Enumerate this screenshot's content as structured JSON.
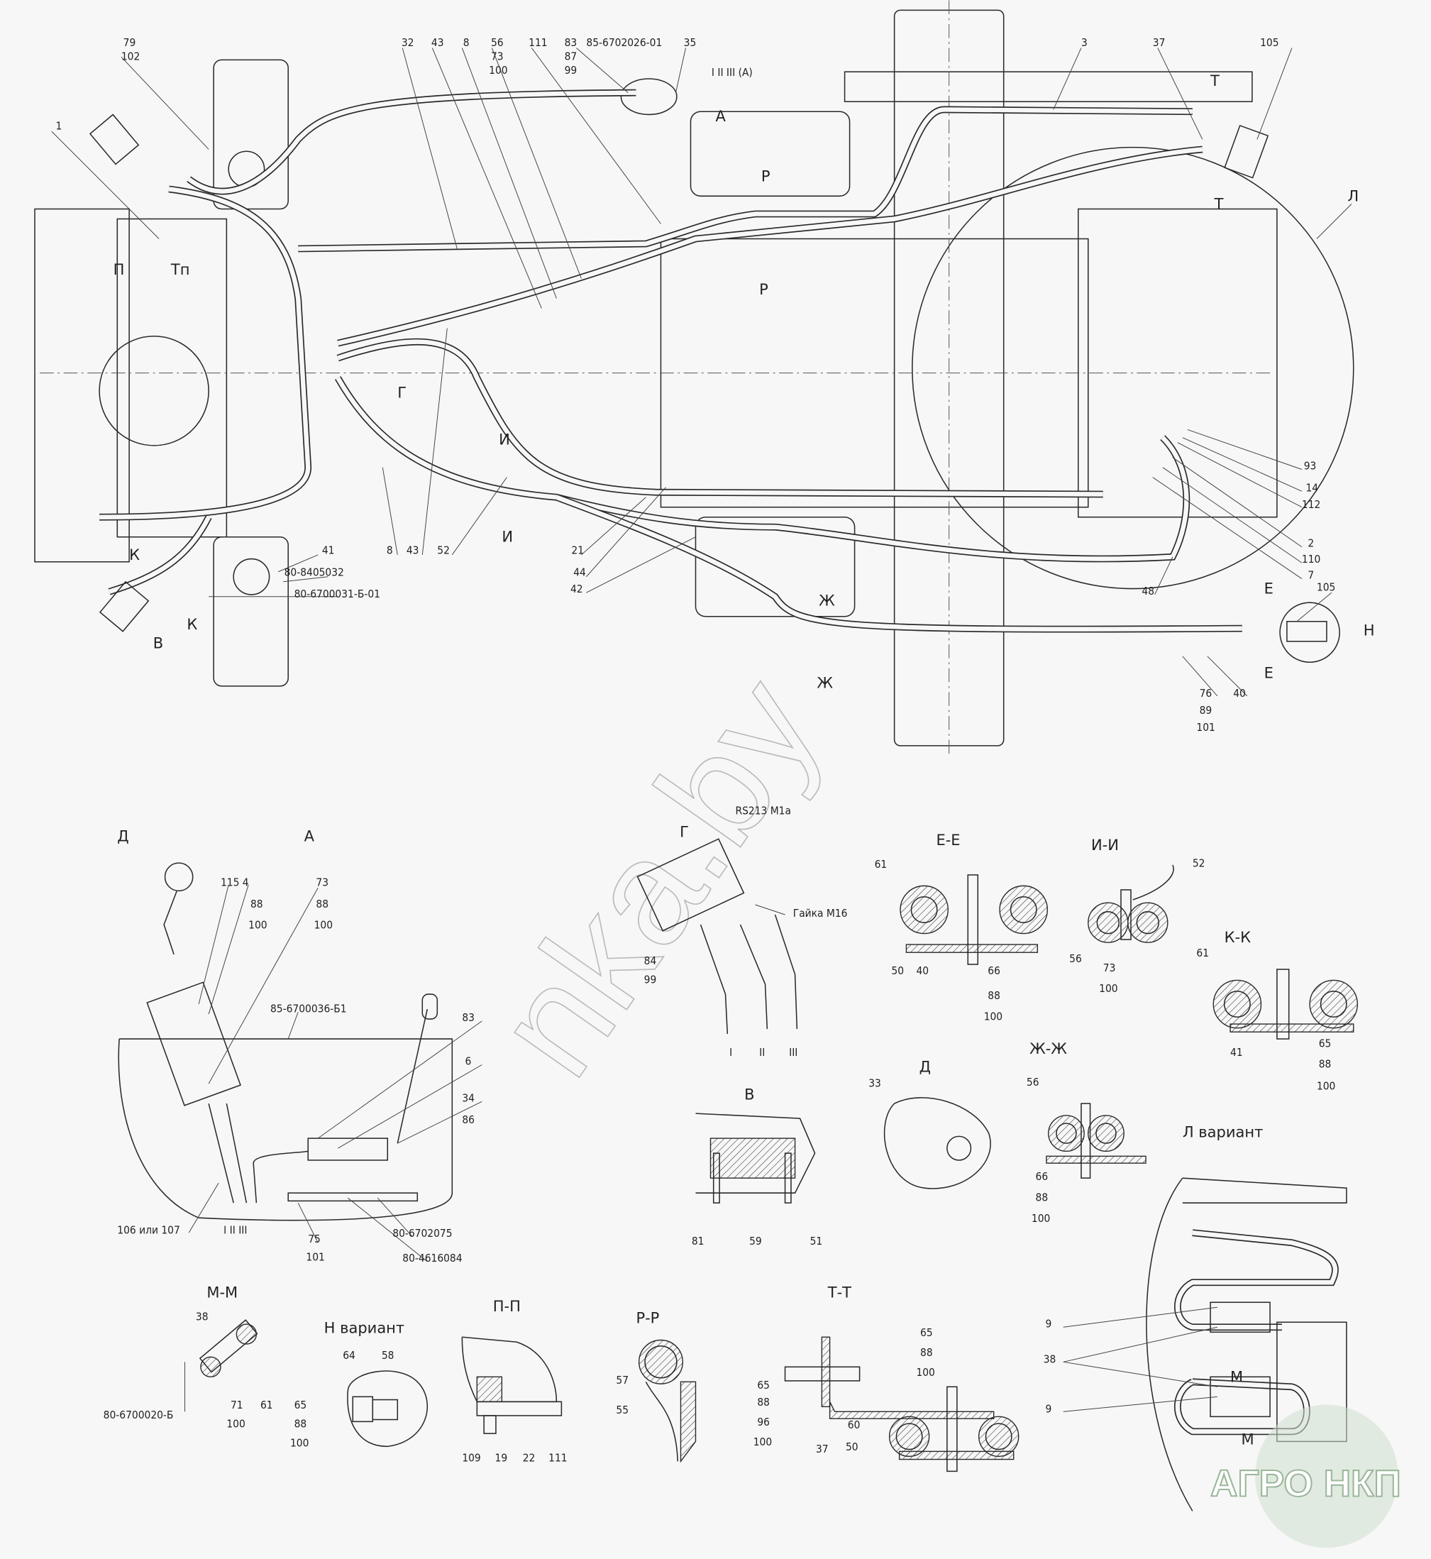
{
  "main_view": {
    "callouts_top": {
      "c79": "79",
      "c102": "102",
      "c1": "1",
      "c32": "32",
      "c43": "43",
      "c8": "8",
      "c56": "56",
      "c73": "73",
      "c100": "100",
      "c111": "111",
      "c83": "83",
      "c87": "87",
      "c99": "99",
      "part_85_6702026_01": "85-6702026-01",
      "c35": "35",
      "lines_view": "I  II  III (A)",
      "c3": "3",
      "c37": "37",
      "c105": "105",
      "view_L": "Л"
    },
    "section_marks": {
      "T1": "Т",
      "T2": "Т",
      "A": "А",
      "P1": "Р",
      "P2": "Р",
      "P_left": "П",
      "Tp": "Тп",
      "G": "Г",
      "I1": "И",
      "I2": "И",
      "E1": "Е",
      "E2": "Е",
      "Zh1": "Ж",
      "Zh2": "Ж",
      "K1": "К",
      "K2": "К",
      "V": "В",
      "N": "Н"
    },
    "callouts_right": {
      "c93": "93",
      "c14": "14",
      "c112": "112",
      "c2": "2",
      "c110": "110",
      "c7": "7",
      "c48": "48",
      "c105b": "105",
      "c76": "76",
      "c89": "89",
      "c101": "101",
      "c40": "40"
    },
    "callouts_bottom": {
      "c41": "41",
      "part_80_8405032": "80-8405032",
      "part_80_6700031": "80-6700031-Б-01",
      "c8": "8",
      "c43": "43",
      "c52": "52",
      "c21": "21",
      "c44": "44",
      "c42": "42"
    }
  },
  "view_A": {
    "title": "А",
    "arrow_D": "Д",
    "c115": "115",
    "c4": "4",
    "c88a": "88",
    "c100a": "100",
    "c73": "73",
    "c88b": "88",
    "c100b": "100",
    "part_85_6700036": "85-6700036-Б1",
    "c83": "83",
    "c6": "6",
    "c34": "34",
    "c86": "86",
    "c106_107": "106 или 107",
    "lines": "I  II  III",
    "c75": "75",
    "c101": "101",
    "part_80_6702075": "80-6702075",
    "part_80_4616084": "80-4616084"
  },
  "view_G": {
    "title": "Г",
    "part_RS213": "RS213 M1a",
    "nut": "Гайка М16",
    "c84": "84",
    "c99": "99",
    "l1": "I",
    "l2": "II",
    "l3": "III"
  },
  "section_EE": {
    "title": "Е-Е",
    "c61": "61",
    "c50": "50",
    "c40": "40",
    "c66": "66",
    "c88": "88",
    "c100": "100"
  },
  "section_II": {
    "title": "И-И",
    "c52": "52",
    "c56": "56",
    "c73": "73",
    "c100": "100"
  },
  "section_KK": {
    "title": "К-К",
    "c61": "61",
    "c41": "41",
    "c65": "65",
    "c88": "88",
    "c100": "100"
  },
  "view_V": {
    "title": "В",
    "c81": "81",
    "c59": "59",
    "c51": "51"
  },
  "view_D": {
    "title": "Д",
    "c33": "33"
  },
  "section_ZhZh": {
    "title": "Ж-Ж",
    "c56": "56",
    "c66": "66",
    "c88": "88",
    "c100": "100"
  },
  "view_L_variant": {
    "title": "Л вариант",
    "c9a": "9",
    "c38": "38",
    "c9b": "9",
    "M1": "М",
    "M2": "М"
  },
  "section_MM": {
    "title": "М-М",
    "c38": "38",
    "part_80_6700020": "80-6700020-Б",
    "c71": "71",
    "c61": "61",
    "c65": "65",
    "c88": "88",
    "c100a": "100",
    "c100b": "100"
  },
  "view_N_variant": {
    "title": "Н вариант",
    "c64": "64",
    "c58": "58"
  },
  "section_PP": {
    "title": "П-П",
    "c109": "109",
    "c19": "19",
    "c22": "22",
    "c111": "111"
  },
  "section_RR": {
    "title": "Р-Р",
    "c57": "57",
    "c55": "55"
  },
  "section_TT": {
    "title": "Т-Т",
    "c65a": "65",
    "c88a": "88",
    "c96": "96",
    "c100a": "100",
    "c65b": "65",
    "c88b": "88",
    "c100b": "100",
    "c37": "37",
    "c60": "60",
    "c50": "50"
  },
  "watermark": "nka.by",
  "logo": "АГРО НКП"
}
